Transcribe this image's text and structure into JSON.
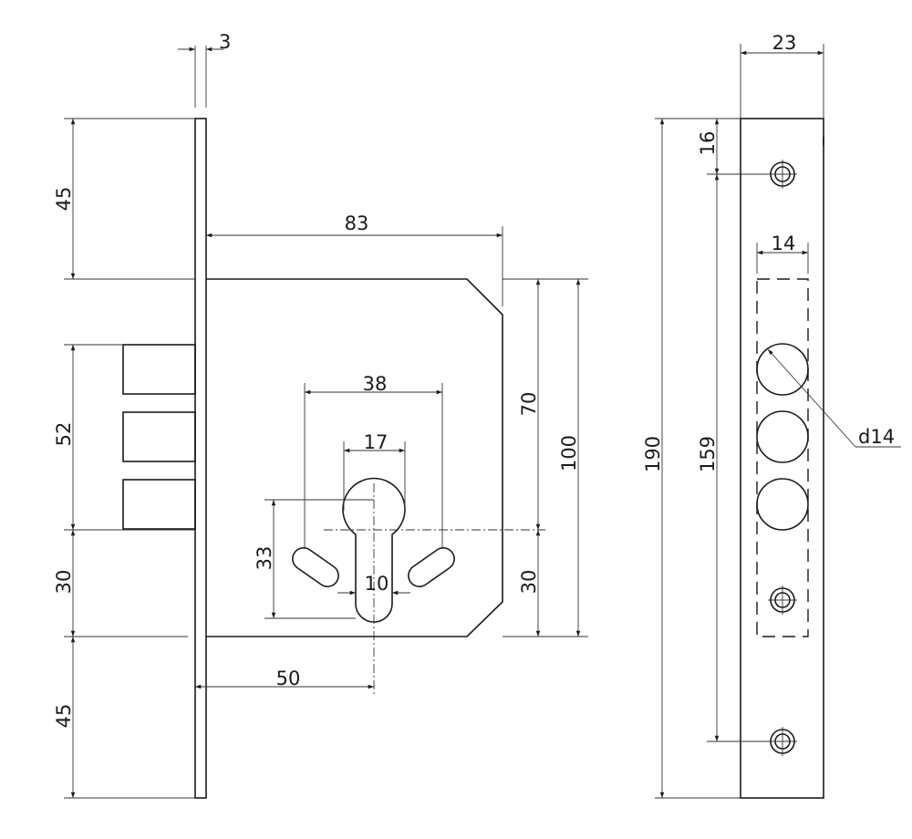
{
  "dimensions": {
    "faceplate_thickness": "3",
    "top_offset": "45",
    "body_width": "83",
    "bolt_zone": "52",
    "latch_gap": "30",
    "bottom_offset": "45",
    "cam_spacing": "38",
    "cylinder_width": "17",
    "cylinder_height": "33",
    "cylinder_bottom_width": "10",
    "backset": "50",
    "upper_height": "70",
    "lower_height": "30",
    "body_height": "100",
    "faceplate_width": "23",
    "screw_top": "16",
    "bolt_width": "14",
    "bolt_diameter": "d14",
    "screw_spacing": "159",
    "total_height": "190"
  }
}
